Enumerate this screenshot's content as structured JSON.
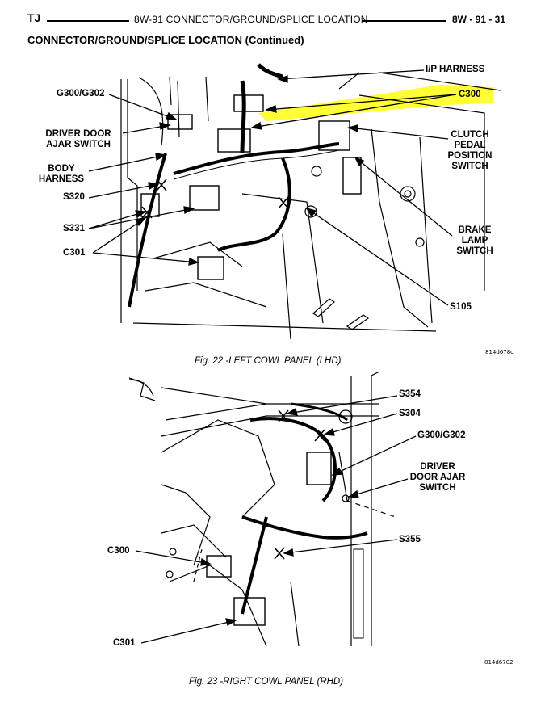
{
  "header": {
    "left": "TJ",
    "center": "8W-91 CONNECTOR/GROUND/SPLICE LOCATION",
    "right": "8W - 91 - 31"
  },
  "subtitle": "CONNECTOR/GROUND/SPLICE LOCATION (Continued)",
  "figure22": {
    "labels": {
      "ip_harness": "I/P HARNESS",
      "c300": "C300",
      "g300": "G300/G302",
      "driver_door_l1": "DRIVER DOOR",
      "driver_door_l2": "AJAR SWITCH",
      "body_l1": "BODY",
      "body_l2": "HARNESS",
      "s320": "S320",
      "s331": "S331",
      "c301": "C301",
      "clutch_l1": "CLUTCH",
      "clutch_l2": "PEDAL",
      "clutch_l3": "POSITION",
      "clutch_l4": "SWITCH",
      "brake_l1": "BRAKE",
      "brake_l2": "LAMP",
      "brake_l3": "SWITCH",
      "s105": "S105"
    },
    "code": "814d678c",
    "caption": "Fig. 22 -LEFT COWL PANEL (LHD)"
  },
  "figure23": {
    "labels": {
      "s354": "S354",
      "s304": "S304",
      "g300": "G300/G302",
      "driver_l1": "DRIVER",
      "driver_l2": "DOOR AJAR",
      "driver_l3": "SWITCH",
      "s355": "S355",
      "c300": "C300",
      "c301": "C301"
    },
    "code": "814d6702",
    "caption": "Fig. 23 -RIGHT COWL PANEL (RHD)"
  },
  "colors": {
    "highlight": "#ffff33",
    "ink": "#000000"
  }
}
